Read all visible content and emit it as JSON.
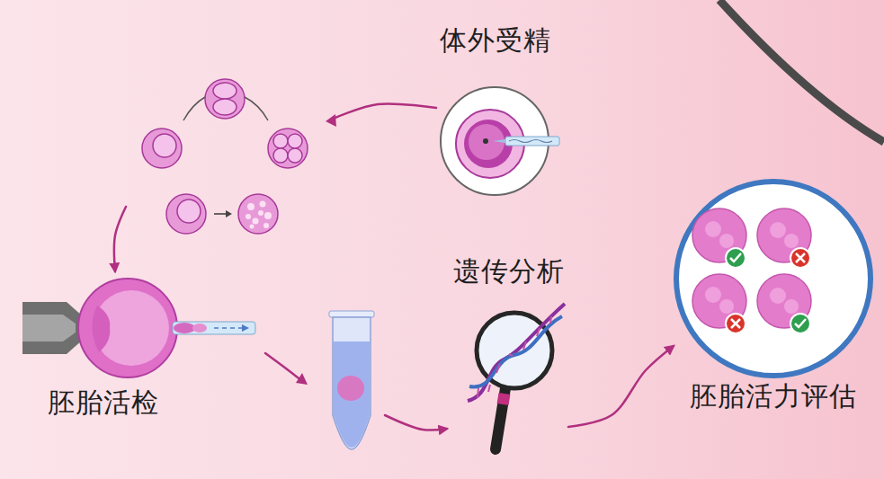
{
  "diagram": {
    "nodes": [
      {
        "text": [
          "体外受精"
        ]
      },
      {
        "text": [
          "胚胎活检"
        ]
      },
      {
        "text": [
          "遗传分析"
        ]
      },
      {
        "text": [
          "胚胎活力评估"
        ]
      }
    ],
    "edges": [
      {
        "from": 0,
        "to": 1,
        "arrow": "to"
      },
      {
        "from": 1,
        "to": 2,
        "arrow": "to"
      },
      {
        "from": 2,
        "to": 3,
        "arrow": "to"
      }
    ]
  }
}
